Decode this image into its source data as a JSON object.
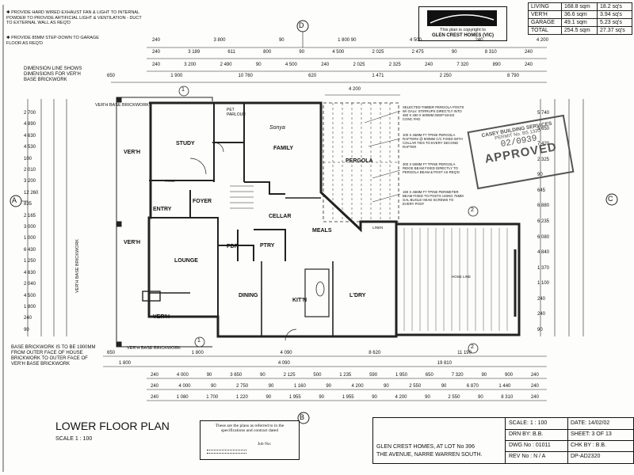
{
  "notes": {
    "exhaust": "Provide hard wired exhaust fan & light to internal powder to provide artificial light & ventilation - duct to external wall as req'd",
    "stepdown": "Provide 85mm step-down to garage floor as req'd",
    "dimension_line": "Dimension line shows dimensions for ver'h base brickwork",
    "base_brickwork": "Base brickwork is to be 1900mm from outer face of house brickwork to outer face of ver'h base brickwork",
    "pergola_1": "Selected timber pergola posts w/ galv. stirrups directly into 450 x 450 x 600mm deep mass conc pad",
    "pergola_2": "100 x 45mm F7 TPINE pergola rafters @ 900mm c/c fixed with collar ties to every second rafter",
    "pergola_3": "300 x 50mm F7 TPINE pergola ridge beam fixed directly to pergola beam & post as req'd",
    "pergola_4": "190 x 45mm F7 TPINE perimeter beam fixed to posts using 75mm gal bugle head screws to every post"
  },
  "copyright": {
    "line1": "This plan is copyright to",
    "line2": "GLEN CREST HOMES (VIC)"
  },
  "areas": {
    "rows": [
      {
        "name": "LIVING",
        "sqm": "168.8 sqm",
        "sqs": "18.2 sq's"
      },
      {
        "name": "VER'H",
        "sqm": "36.6 sqm",
        "sqs": "3.94 sq's"
      },
      {
        "name": "GARAGE",
        "sqm": "49.1 sqm",
        "sqs": "5.23 sq's"
      },
      {
        "name": "TOTAL",
        "sqm": "254.5 sqm",
        "sqs": "27.37 sq's"
      }
    ]
  },
  "stamp": {
    "line1": "CASEY BUILDING SERVICES",
    "line2": "PERMIT No. BS 1320",
    "number": "02/0939",
    "word": "APPROVED"
  },
  "grid_markers": {
    "a": "A",
    "b": "B",
    "c": "C",
    "d": "D",
    "n1": "1",
    "n2": "2"
  },
  "rooms": {
    "study": "STUDY",
    "family": "FAMILY",
    "pergola": "PERGOLA",
    "verh_left": "VER'H",
    "entry": "ENTRY",
    "foyer": "FOYER",
    "lounge": "LOUNGE",
    "cellar": "CELLAR",
    "meals": "MEALS",
    "pdr": "PDR",
    "ptry": "PTRY",
    "dining": "DINING",
    "kitn": "KIT'N",
    "ldry": "L'DRY",
    "verh_bottom": "VER'H",
    "verh_side": "VER'H",
    "pet_parlour": "PET PARLOUR",
    "hose_line": "HOSE LINE",
    "robe": "ROBE",
    "linen": "LINEN",
    "sonya": "Sonya"
  },
  "labels": {
    "verh_base_top": "VER'H BASE BRICKWORK",
    "verh_base_left": "VER'H BASE BRICKWORK",
    "verh_base_bottom": "VER'H BASE BRICKWORK"
  },
  "dims": {
    "top_row1": [
      "240",
      "3 800",
      "90",
      "1 800 90",
      "4 500",
      "240",
      "4 200"
    ],
    "top_row2": [
      "240",
      "3 189",
      "611",
      "800",
      "90",
      "4 500",
      "2 025",
      "2 475",
      "90",
      "8 310",
      "240"
    ],
    "top_row3": [
      "240",
      "3 200",
      "2 490",
      "90",
      "4 500",
      "240",
      "2 025",
      "2 325",
      "240",
      "7 320",
      "890",
      "240"
    ],
    "top_row4": [
      "650",
      "1 900",
      "10 760",
      "620",
      "1 471",
      "2 250",
      "8 790"
    ],
    "top_pergola": "4 200",
    "bot_row1": [
      "650",
      "1 800",
      "4 090",
      "8 620",
      "11 190"
    ],
    "bot_row2": [
      "1 800",
      "4 090",
      "19 810"
    ],
    "bot_row3": [
      "240",
      "4 000",
      "90",
      "3 650",
      "90",
      "2 125",
      "500",
      "1 235",
      "590",
      "1 950",
      "650",
      "7 320",
      "90",
      "900",
      "240"
    ],
    "bot_row4": [
      "240",
      "4 000",
      "90",
      "2 750",
      "90",
      "1 160",
      "90",
      "4 200",
      "90",
      "2 550",
      "90",
      "6 870",
      "1 440",
      "240"
    ],
    "bot_row5": [
      "240",
      "1 080",
      "1 700",
      "1 220",
      "90",
      "1 955",
      "90",
      "1 955",
      "90",
      "4 200",
      "90",
      "2 550",
      "90",
      "8 310",
      "240"
    ],
    "left": [
      "2 700",
      "4 890",
      "4 630",
      "4 530",
      "100",
      "2 010",
      "3 200",
      "12 260",
      "835",
      "2 165",
      "3 000",
      "1 000",
      "6 430",
      "1 250",
      "4 630",
      "2 040",
      "4 500",
      "1 800",
      "240",
      "90"
    ],
    "right": [
      "5 740",
      "5 650",
      "7 420",
      "2 325",
      "90",
      "645",
      "6 880",
      "6 235",
      "6 080",
      "4 840",
      "1 370",
      "1 100",
      "240",
      "240",
      "90"
    ]
  },
  "title": {
    "main": "LOWER FLOOR PLAN",
    "scale": "SCALE 1 : 100"
  },
  "contract": {
    "line1": "These are the plans as referred to in the",
    "line2": "specifications and contract dated",
    "job": "Job No:"
  },
  "titleblock": {
    "address1": "GLEN CREST HOMES, AT LOT No 396",
    "address2": "THE AVENUE, NARRE WARREN SOUTH.",
    "scale": "SCALE: 1 : 100",
    "date": "DATE: 14/02/02",
    "drn": "DRN BY: B.B.",
    "sheet": "SHEET: 3 OF 13",
    "dwg": "DWG No : 01011",
    "chk": "CHK BY : B.B.",
    "rev": "REV No : N / A",
    "dp": "DP-AD2320"
  }
}
